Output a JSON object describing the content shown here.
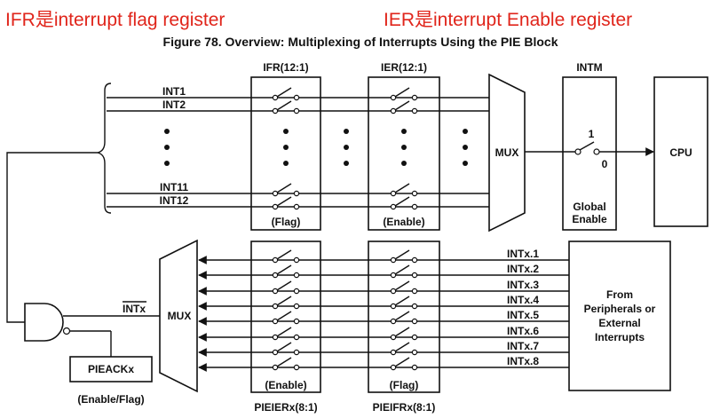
{
  "annotations": {
    "ifr_note": "IFR是interrupt flag register",
    "ier_note": "IER是interrupt Enable register"
  },
  "figure_title": "Figure 78. Overview: Multiplexing of Interrupts Using the PIE Block",
  "top": {
    "ifr_label": "IFR(12:1)",
    "ier_label": "IER(12:1)",
    "intm_label": "INTM",
    "flag_label": "(Flag)",
    "enable_label": "(Enable)",
    "mux_label": "MUX",
    "cpu_label": "CPU",
    "global_label_1": "Global",
    "global_label_2": "Enable",
    "switch_on": "1",
    "switch_off": "0",
    "lines": [
      "INT1",
      "INT2",
      "INT11",
      "INT12"
    ]
  },
  "bottom": {
    "pieier_label": "PIEIERx(8:1)",
    "pieifr_label": "PIEIFRx(8:1)",
    "enable_label": "(Enable)",
    "flag_label": "(Flag)",
    "mux_label": "MUX",
    "intx_label": "INTx",
    "pieack_label": "PIEACKx",
    "pieack_sub": "(Enable/Flag)",
    "source_1": "From",
    "source_2": "Peripherals or",
    "source_3": "External",
    "source_4": "Interrupts",
    "lines": [
      "INTx.1",
      "INTx.2",
      "INTx.3",
      "INTx.4",
      "INTx.5",
      "INTx.6",
      "INTx.7",
      "INTx.8"
    ]
  }
}
